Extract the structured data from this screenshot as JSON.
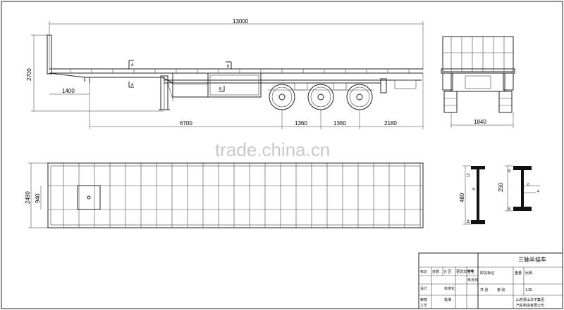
{
  "watermark": "trade.china.cn",
  "dimensions": {
    "overall_length": "13000",
    "height": "2700",
    "kingpin_offset": "1400",
    "front_to_axle": "6700",
    "axle_spacing_1": "1360",
    "axle_spacing_2": "1360",
    "rear_overhang": "2180",
    "rear_width": "1840",
    "deck_width": "2490",
    "inner_width": "940",
    "beam_height": "480",
    "beam_top_flange": "12",
    "beam_bottom_flange": "14",
    "beam_web": "8",
    "cross_height": "250",
    "cross_top": "10",
    "cross_web": "6",
    "cross_flange": "4",
    "cross_bottom": "10"
  },
  "section_marks": {
    "a": "A",
    "b": "B"
  },
  "title_block": {
    "title": "三轴半挂车",
    "company_line1": "山东梁山华宇集团",
    "company_line2": "汽车制造有限公司",
    "scale": "1:25",
    "weight_label": "重量",
    "ratio_label": "比例",
    "stage_label": "阶段标记",
    "sheet_label": "共 张",
    "sheet_of": "第 张",
    "header_cells": [
      "标记",
      "处数",
      "分 区",
      "更改文件号",
      "签名",
      "年月日"
    ],
    "side_cells": [
      "设计",
      "审核",
      "工艺"
    ],
    "mid_cells": [
      "标准化",
      "批准"
    ]
  }
}
